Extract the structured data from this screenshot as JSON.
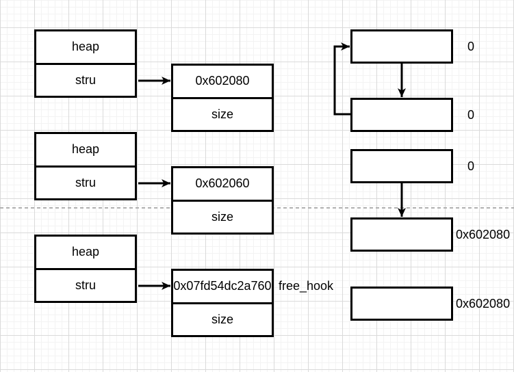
{
  "colors": {
    "stroke": "#000000",
    "fill": "#ffffff",
    "text": "#000000",
    "grid_minor": "#f3f3f3",
    "grid_major": "#dadada",
    "dash_line": "#b0b0b0"
  },
  "heap_structs": [
    {
      "row1": "heap",
      "row2": "stru"
    },
    {
      "row1": "heap",
      "row2": "stru"
    },
    {
      "row1": "heap",
      "row2": "stru"
    }
  ],
  "chunks": [
    {
      "row1": "0x602080",
      "row2": "size"
    },
    {
      "row1": "0x602060",
      "row2": "size"
    },
    {
      "row1": "0x07fd54dc2a760",
      "row2": "size"
    }
  ],
  "free_hook_label": "free_hook",
  "bin_values": [
    "0",
    "0",
    "0",
    "0x602080",
    "0x602080"
  ]
}
